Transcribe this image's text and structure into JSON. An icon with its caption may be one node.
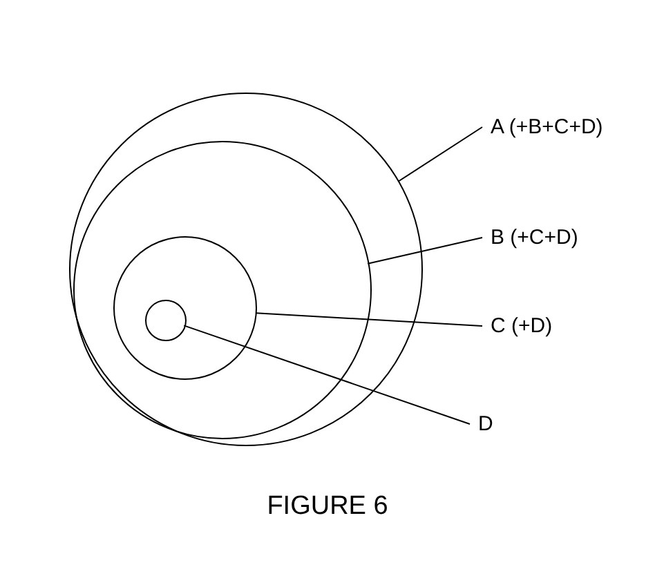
{
  "diagram": {
    "nodes": [
      {
        "text": [],
        "shape": "circle"
      },
      {
        "text": [],
        "shape": "circle",
        "in": 0
      },
      {
        "text": [],
        "shape": "circle",
        "in": 1
      },
      {
        "text": [],
        "shape": "circle",
        "in": 2
      },
      {
        "text": [
          "A (+B+C+D)"
        ]
      },
      {
        "text": [
          "B (+C+D)"
        ]
      },
      {
        "text": [
          "C (+D)"
        ]
      },
      {
        "text": [
          "D"
        ]
      }
    ],
    "edges": [
      {
        "from": 4,
        "to": 0,
        "arrow": "none"
      },
      {
        "from": 5,
        "to": 1,
        "arrow": "none"
      },
      {
        "from": 6,
        "to": 2,
        "arrow": "none"
      },
      {
        "from": 7,
        "to": 3,
        "arrow": "none"
      }
    ],
    "caption": "FIGURE 6"
  }
}
